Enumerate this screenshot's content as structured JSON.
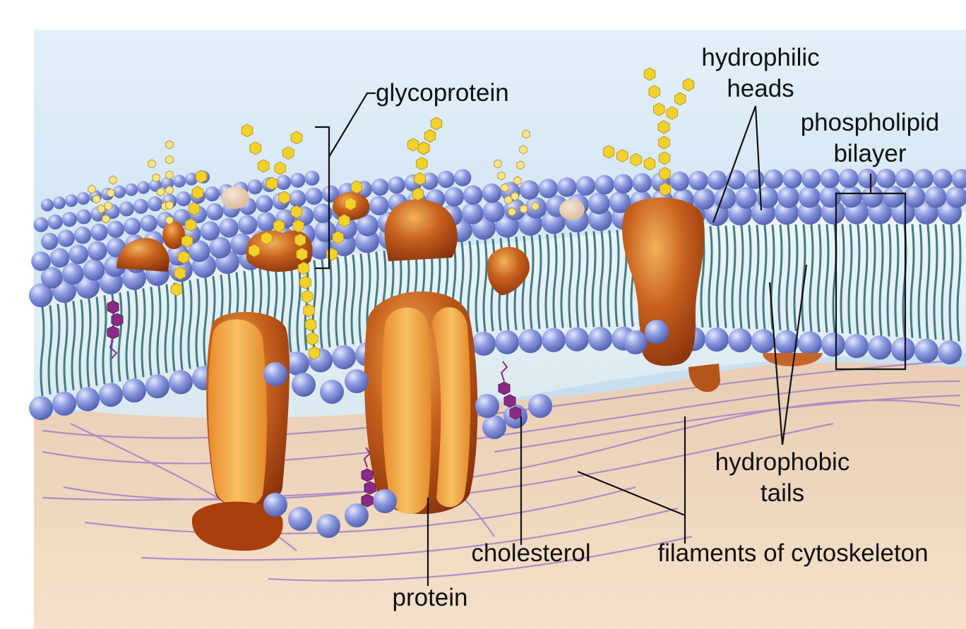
{
  "labels": {
    "glycoprotein": "glycoprotein",
    "hydrophilic_heads": [
      "hydrophilic",
      "heads"
    ],
    "phospholipid_bilayer": [
      "phospholipid",
      "bilayer"
    ],
    "hydrophobic_tails": [
      "hydrophobic",
      "tails"
    ],
    "cholesterol": "cholesterol",
    "filaments": "filaments of cytoskeleton",
    "protein": "protein"
  },
  "colors": {
    "sky_top": "#dfeef8",
    "sky_bottom": "#b9d6ec",
    "interior": "#efd9c0",
    "head": "#6f7fd0",
    "head_highlight": "#dfe4fb",
    "tail": "#3f7c86",
    "protein_dark": "#a2420f",
    "protein_light": "#f0a842",
    "sugar": "#f3d12c",
    "cholesterol": "#8a2a86",
    "filament": "#a884c6"
  }
}
